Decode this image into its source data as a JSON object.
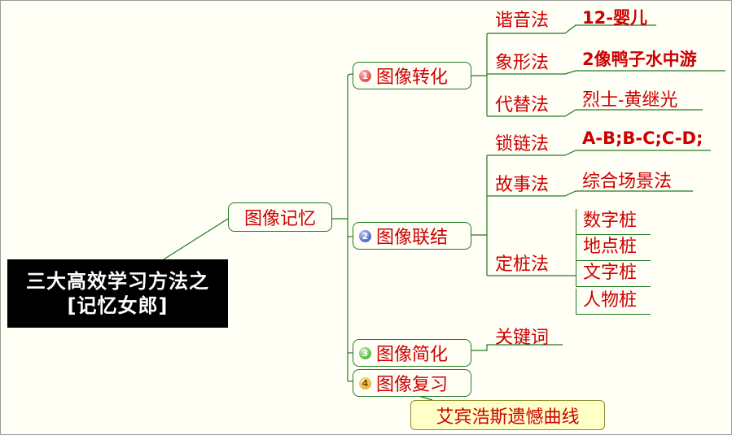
{
  "root": {
    "line1": "三大高效学习方法之",
    "line2": "[记忆女郎]"
  },
  "main": "图像记忆",
  "branches": [
    {
      "badge": "1",
      "label": "图像转化"
    },
    {
      "badge": "2",
      "label": "图像联结"
    },
    {
      "badge": "3",
      "label": "图像简化"
    },
    {
      "badge": "4",
      "label": "图像复习"
    }
  ],
  "methods": {
    "homophone": "谐音法",
    "pictograph": "象形法",
    "substitute": "代替法",
    "chain": "锁链法",
    "story": "故事法",
    "peg": "定桩法",
    "keyword": "关键词"
  },
  "examples": {
    "homophone": "12-婴儿",
    "pictograph": "2像鸭子水中游",
    "substitute": "烈士-黄继光",
    "chain": "A-B;B-C;C-D;",
    "story": "综合场景法"
  },
  "pegs": [
    "数字桩",
    "地点桩",
    "文字桩",
    "人物桩"
  ],
  "review_note": "艾宾浩斯遗憾曲线",
  "colors": {
    "line": "#1f7a1f",
    "text": "#cc0000",
    "root_bg": "#000000",
    "note_bg": "#ffffc8"
  }
}
